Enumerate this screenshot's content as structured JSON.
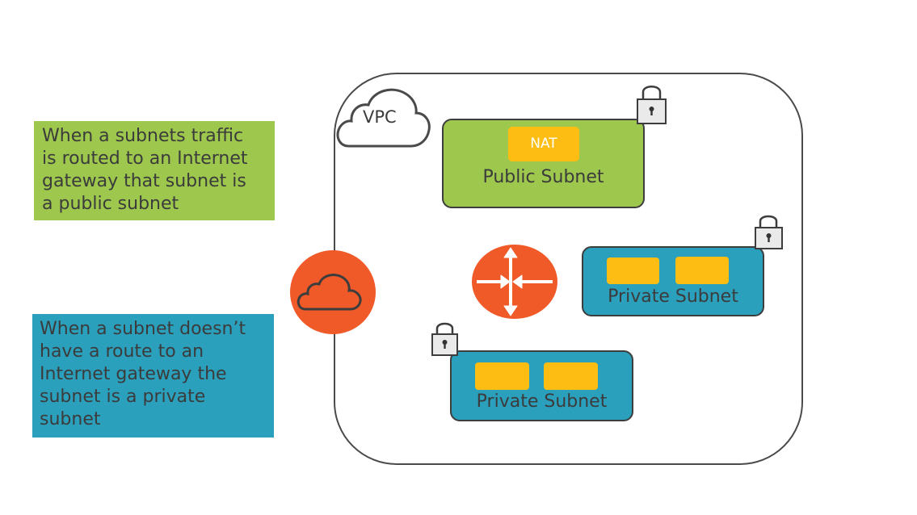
{
  "notes": {
    "public": [
      "When a subnets traffic",
      "is routed to an Internet",
      "gateway that subnet is",
      "a public subnet"
    ],
    "private": [
      "When a subnet doesn’t",
      "have a route to an",
      "Internet gateway the",
      "subnet is a private",
      "subnet"
    ]
  },
  "vpc": {
    "label": "VPC"
  },
  "subnets": {
    "public": {
      "label": "Public Subnet",
      "nat_label": "NAT"
    },
    "private_1": {
      "label": "Private Subnet"
    },
    "private_2": {
      "label": "Private Subnet"
    }
  },
  "colors": {
    "public_green": "#9dc74d",
    "private_blue": "#2ba0bd",
    "instance_yellow": "#fdbd12",
    "gateway_orange": "#f05a28"
  },
  "icons": [
    "cloud-icon",
    "internet-gateway-icon",
    "router-icon",
    "lock-icon"
  ]
}
